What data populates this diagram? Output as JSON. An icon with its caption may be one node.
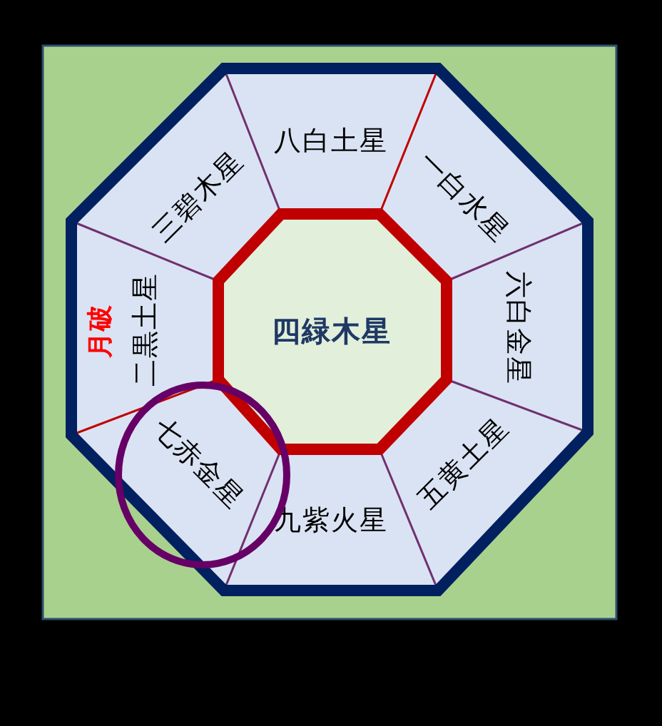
{
  "diagram": {
    "nodes": [
      {
        "text": [
          "八白土星"
        ]
      },
      {
        "text": [
          "三碧木星"
        ]
      },
      {
        "text": [
          "一白水星"
        ]
      },
      {
        "text": [
          "二黒土星"
        ]
      },
      {
        "text": [
          "四緑木星"
        ]
      },
      {
        "text": [
          "六白金星"
        ]
      },
      {
        "text": [
          "七赤金星"
        ]
      },
      {
        "text": [
          "九紫火星"
        ]
      },
      {
        "text": [
          "五黄土星"
        ]
      }
    ],
    "edges": [],
    "labels": [
      "月破"
    ]
  }
}
